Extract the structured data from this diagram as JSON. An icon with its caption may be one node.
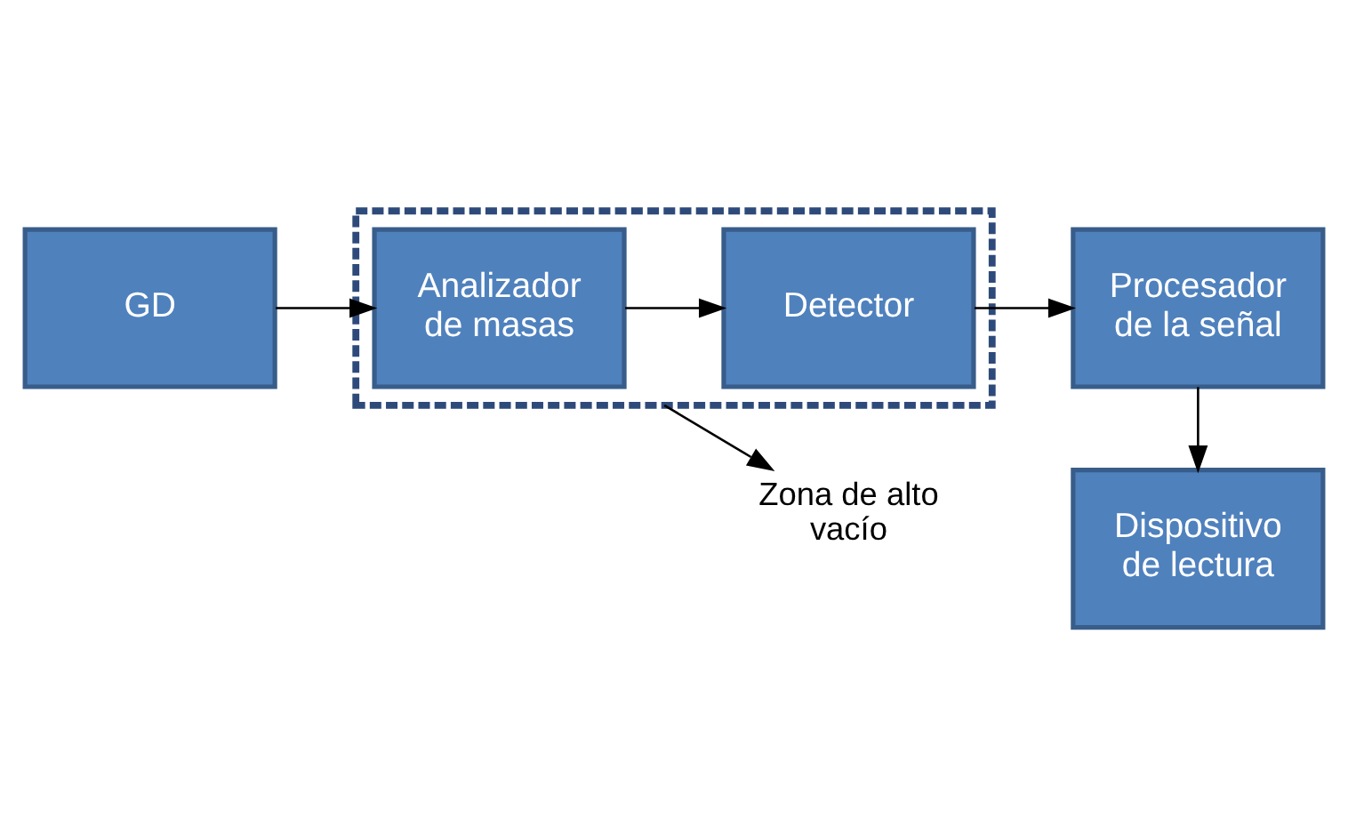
{
  "diagram": {
    "nodes": [
      {
        "text": [
          "GD"
        ]
      },
      {
        "text": [],
        "shape": "box"
      },
      {
        "text": [
          "Analizador de masas"
        ],
        "in": 1
      },
      {
        "text": [
          "Detector"
        ],
        "in": 1
      },
      {
        "text": [
          "Procesador de la señal"
        ]
      },
      {
        "text": [
          "Dispositivo de lectura"
        ]
      },
      {
        "text": [
          "Zona de alto vacío"
        ]
      }
    ],
    "edges": [
      {
        "from": 0,
        "to": 2,
        "arrow": "to"
      },
      {
        "from": 2,
        "to": 3,
        "arrow": "to"
      },
      {
        "from": 3,
        "to": 4,
        "arrow": "to"
      },
      {
        "from": 4,
        "to": 5,
        "arrow": "to"
      },
      {
        "from": 1,
        "to": 6,
        "arrow": "to"
      }
    ]
  }
}
